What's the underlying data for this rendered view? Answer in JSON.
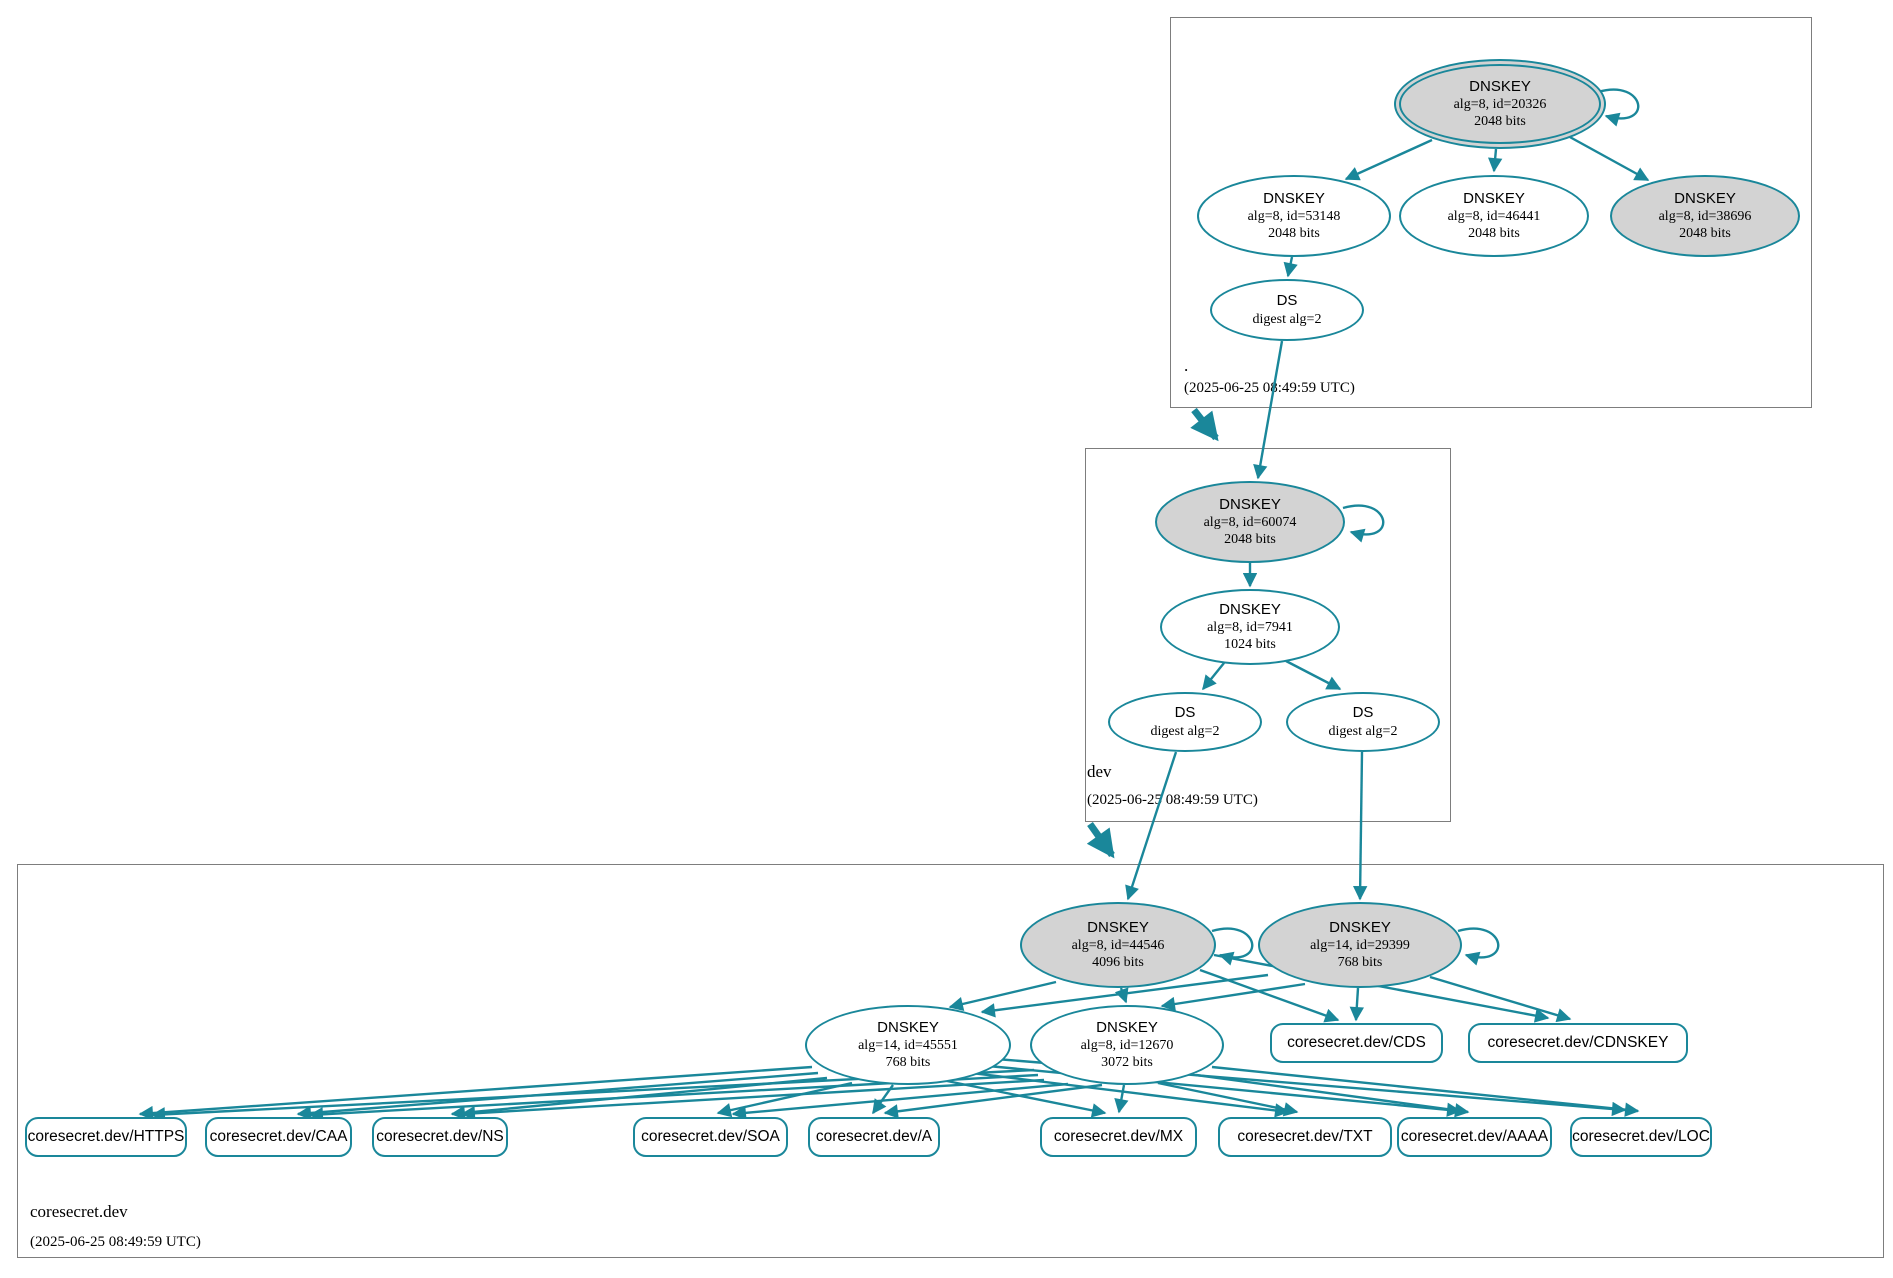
{
  "diagram": "DNSSEC authentication chain",
  "colors": {
    "edge": "#1a879a",
    "ksk_fill": "#d3d3d3",
    "node_fill": "#ffffff",
    "box_border": "#7d7d7d",
    "text": "#000000"
  },
  "zones": [
    {
      "label": ".",
      "timestamp": "(2025-06-25 08:49:59 UTC)",
      "nodes": {
        "ksk": {
          "line1": "DNSKEY",
          "line2": "alg=8, id=20326",
          "line3": "2048 bits"
        },
        "zsk_a": {
          "line1": "DNSKEY",
          "line2": "alg=8, id=53148",
          "line3": "2048 bits"
        },
        "zsk_b": {
          "line1": "DNSKEY",
          "line2": "alg=8, id=46441",
          "line3": "2048 bits"
        },
        "ksk_b": {
          "line1": "DNSKEY",
          "line2": "alg=8, id=38696",
          "line3": "2048 bits"
        },
        "ds": {
          "line1": "DS",
          "line2": "digest alg=2"
        }
      }
    },
    {
      "label": "dev",
      "timestamp": "(2025-06-25 08:49:59 UTC)",
      "nodes": {
        "ksk": {
          "line1": "DNSKEY",
          "line2": "alg=8, id=60074",
          "line3": "2048 bits"
        },
        "zsk": {
          "line1": "DNSKEY",
          "line2": "alg=8, id=7941",
          "line3": "1024 bits"
        },
        "ds_a": {
          "line1": "DS",
          "line2": "digest alg=2"
        },
        "ds_b": {
          "line1": "DS",
          "line2": "digest alg=2"
        }
      }
    },
    {
      "label": "coresecret.dev",
      "timestamp": "(2025-06-25 08:49:59 UTC)",
      "nodes": {
        "ksk_a": {
          "line1": "DNSKEY",
          "line2": "alg=8, id=44546",
          "line3": "4096 bits"
        },
        "ksk_b": {
          "line1": "DNSKEY",
          "line2": "alg=14, id=29399",
          "line3": "768 bits"
        },
        "zsk_a": {
          "line1": "DNSKEY",
          "line2": "alg=14, id=45551",
          "line3": "768 bits"
        },
        "zsk_b": {
          "line1": "DNSKEY",
          "line2": "alg=8, id=12670",
          "line3": "3072 bits"
        },
        "cds": {
          "label": "coresecret.dev/CDS"
        },
        "cdnskey": {
          "label": "coresecret.dev/CDNSKEY"
        }
      },
      "rrsets": [
        "coresecret.dev/HTTPS",
        "coresecret.dev/CAA",
        "coresecret.dev/NS",
        "coresecret.dev/SOA",
        "coresecret.dev/A",
        "coresecret.dev/MX",
        "coresecret.dev/TXT",
        "coresecret.dev/AAAA",
        "coresecret.dev/LOC"
      ]
    }
  ]
}
